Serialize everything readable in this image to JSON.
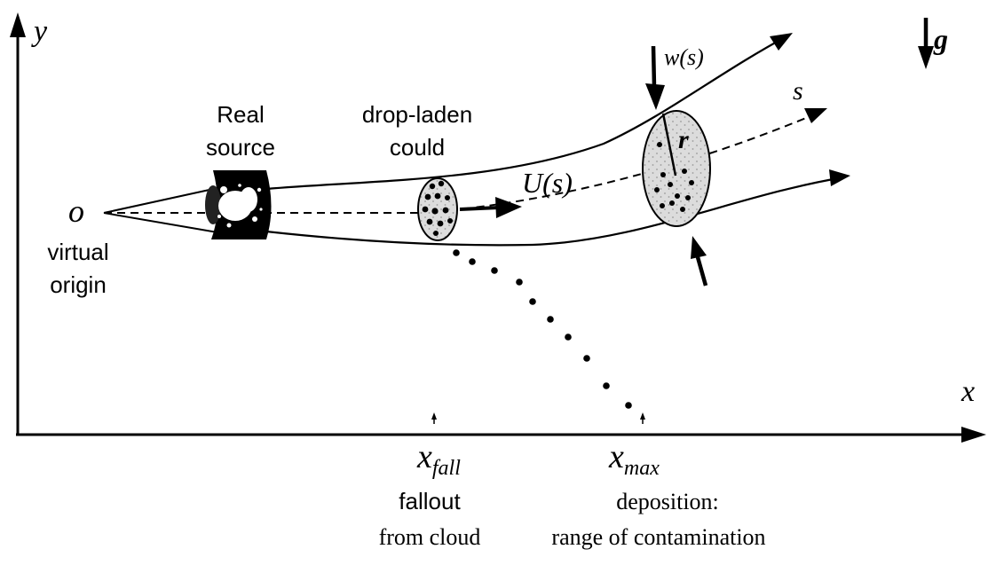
{
  "labels": {
    "y_axis": "y",
    "x_axis": "x",
    "origin_symbol": "o",
    "origin_line1": "virtual",
    "origin_line2": "origin",
    "source_line1": "Real",
    "source_line2": "source",
    "cloud_line1": "drop-laden",
    "cloud_line2": "could",
    "velocity": "U(s)",
    "width": "w(s)",
    "s_coord": "s",
    "radius": "r",
    "gravity": "g",
    "x_fall_base": "x",
    "x_fall_sub": "fall",
    "fall_line1": "fallout",
    "fall_line2": "from cloud",
    "x_max_base": "x",
    "x_max_sub": "max",
    "max_line1": "deposition:",
    "max_line2": "range of contamination"
  }
}
